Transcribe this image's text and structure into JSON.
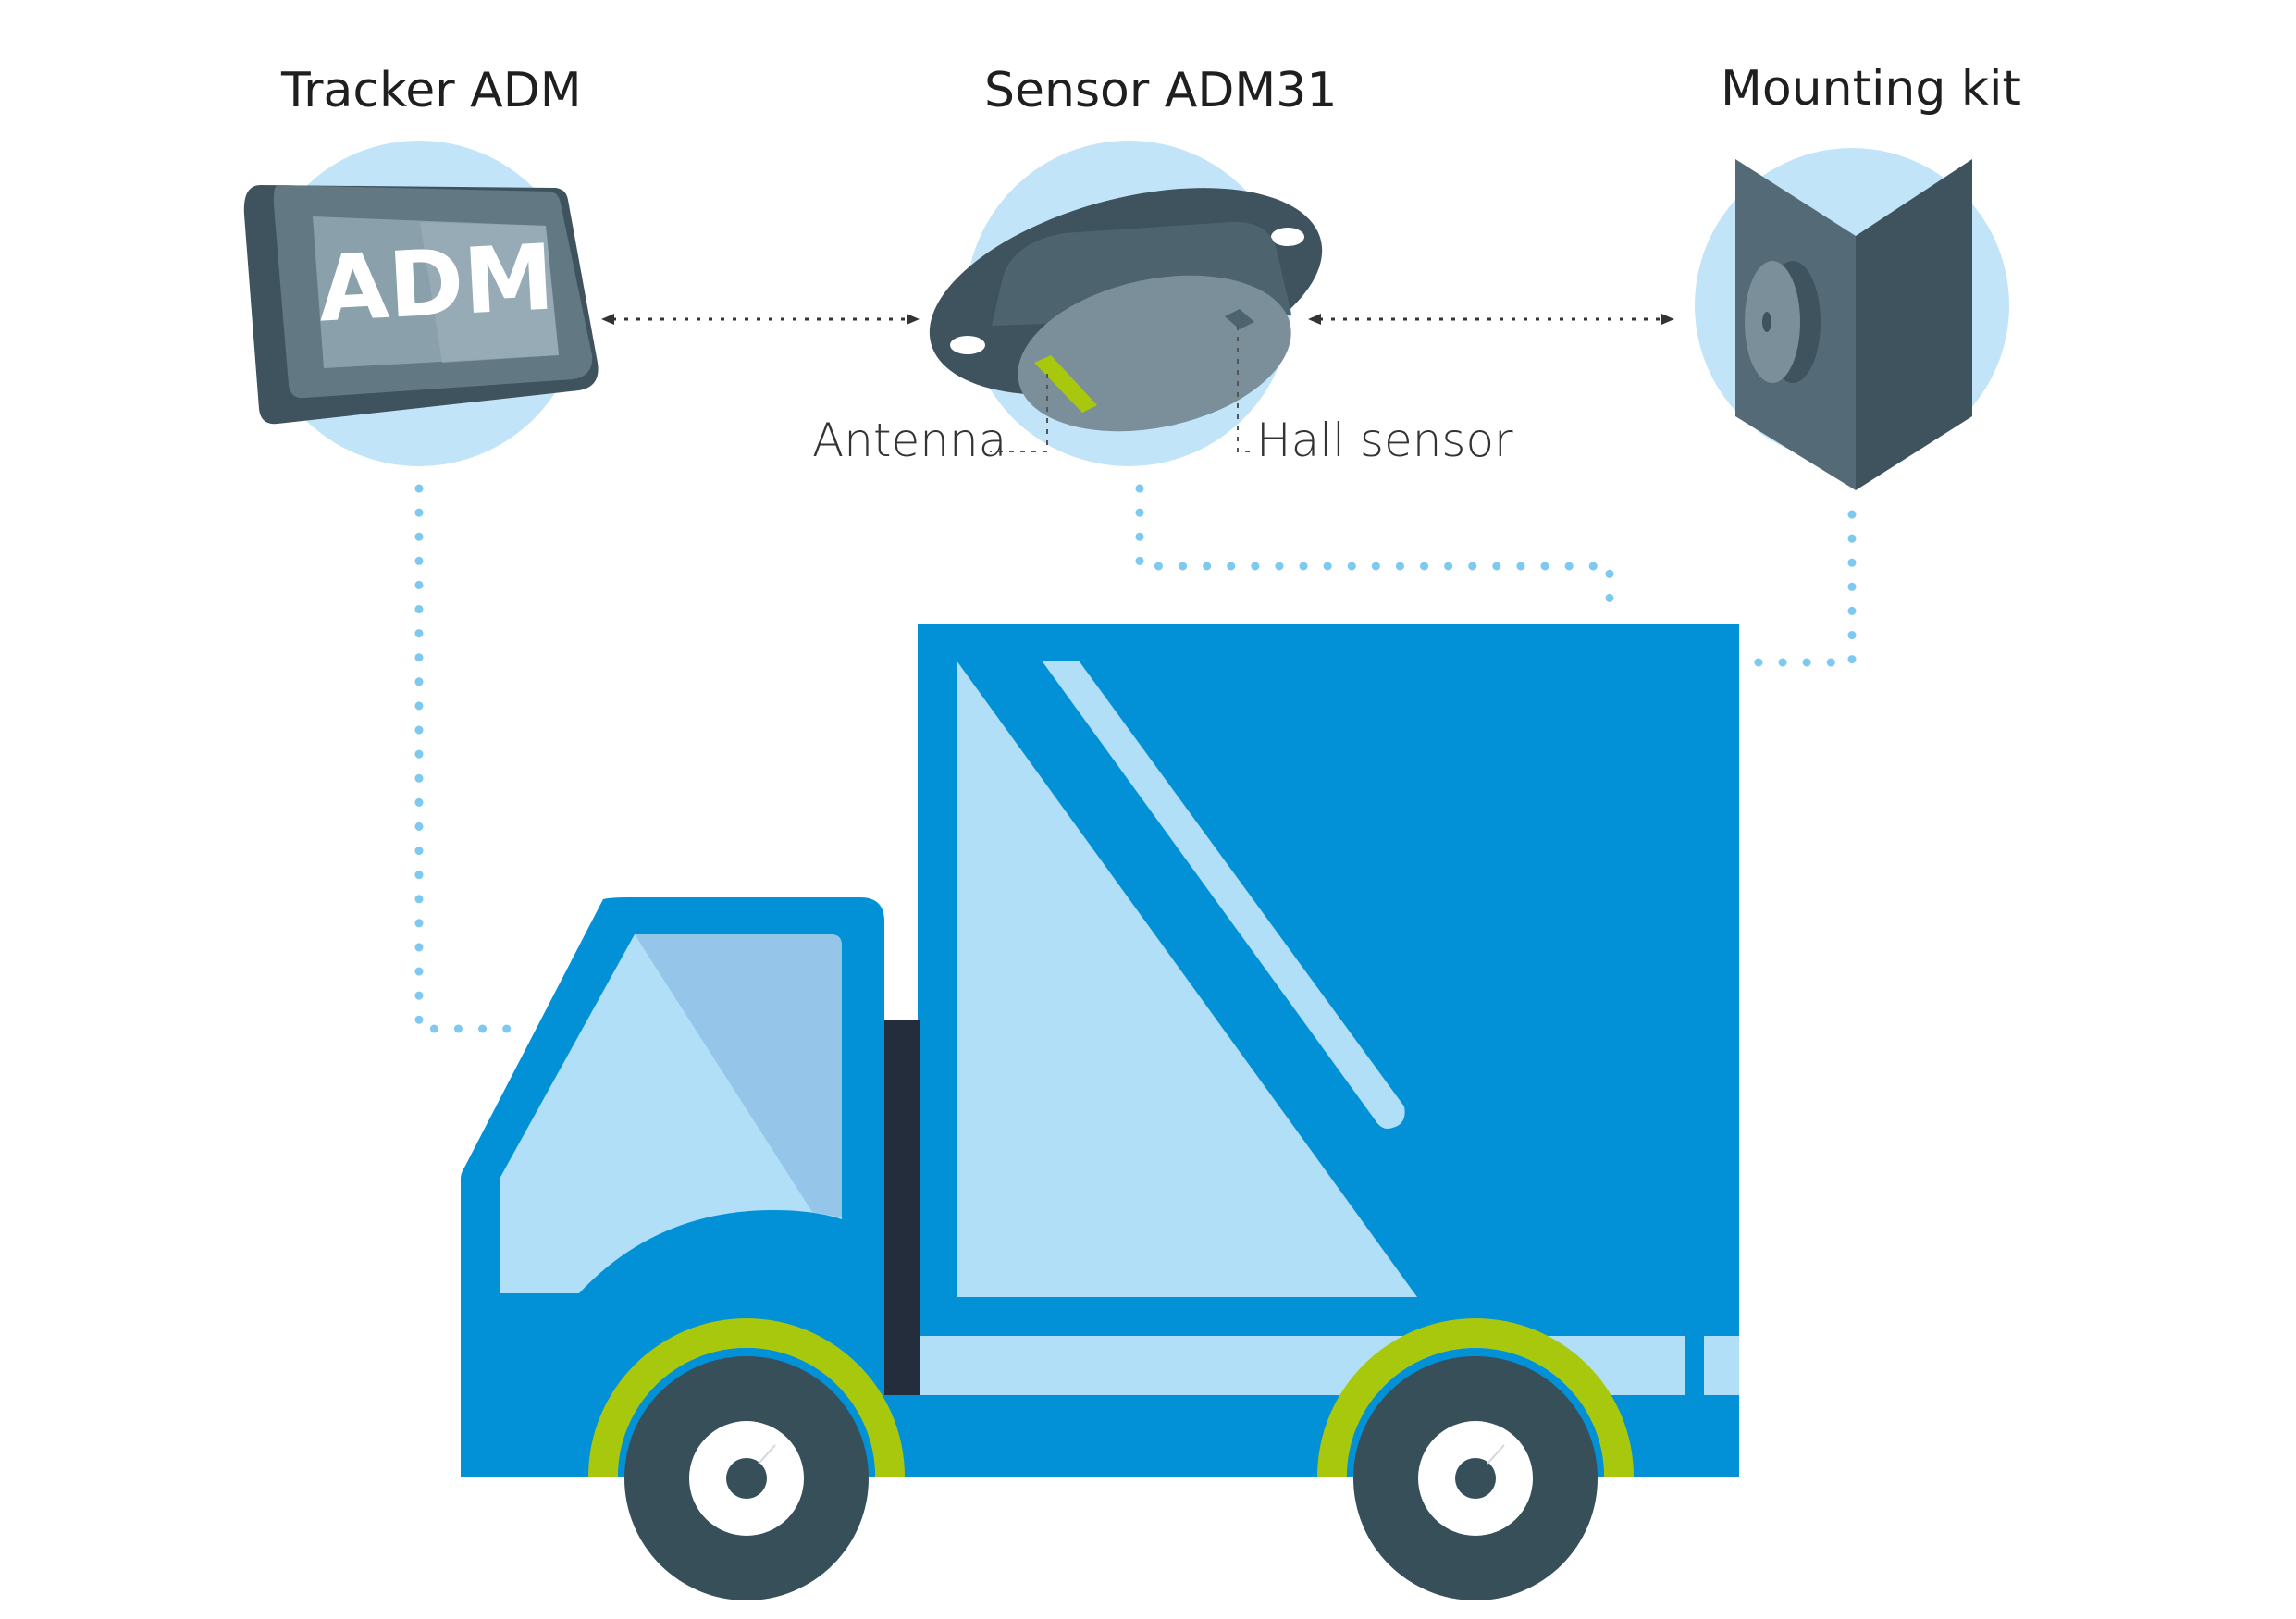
{
  "titles": {
    "tracker": "Tracker ADM",
    "sensor": "Sensor ADM31",
    "mounting": "Mounting kit"
  },
  "tracker_screen_text": "ADM",
  "callouts": {
    "antenna": "Antenna",
    "hall": "Hall sensor"
  },
  "colors": {
    "circle_bg": "#c2e4f8",
    "truck_blue": "#0290d7",
    "window_light": "#b1dff8",
    "window_mid": "#96c5ea",
    "device_dark": "#3e535e",
    "device_mid": "#546a76",
    "device_light": "#7a8f99",
    "tire_dark": "#364f59",
    "wheel_green": "#a8c80e",
    "dotted": "#7ec9ef"
  }
}
